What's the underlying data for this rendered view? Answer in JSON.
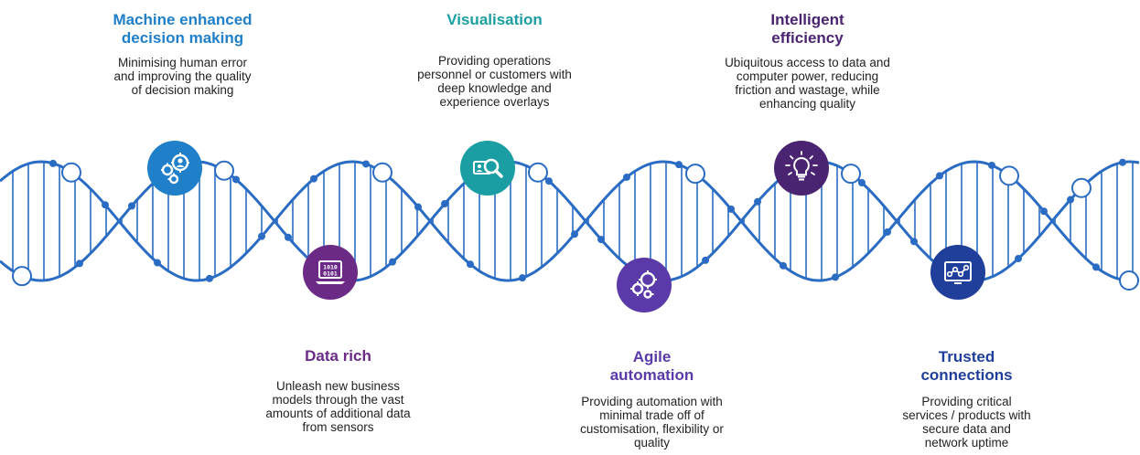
{
  "colors": {
    "helix": "#2a6cc4",
    "teal": "#1b9ea3",
    "purple": "#6b2a86",
    "darkpurple": "#4a2470",
    "violet": "#5a3aa8",
    "blue": "#1f3f9a",
    "lightblue": "#1f7fc8"
  },
  "items": [
    {
      "title": "Machine enhanced\ndecision making",
      "description": "Minimising human error\nand improving the quality\nof decision making",
      "color": "#1f7fc8",
      "icon": "gears-person-icon"
    },
    {
      "title": "Data rich",
      "description": "Unleash new business\nmodels through the vast\namounts of additional data\nfrom sensors",
      "color": "#6b2a86",
      "icon": "binary-laptop-icon"
    },
    {
      "title": "Visualisation",
      "description": "Providing operations\npersonnel or customers with\ndeep knowledge and\nexperience overlays",
      "color": "#1b9ea3",
      "icon": "magnifier-card-icon"
    },
    {
      "title": "Agile\nautomation",
      "description": "Providing automation with\nminimal trade off of\ncustomisation, flexibility or\nquality",
      "color": "#5a3aa8",
      "icon": "cogs-icon"
    },
    {
      "title": "Intelligent\nefficiency",
      "description": "Ubiquitous access to data and\ncomputer power, reducing\nfriction and wastage, while\nenhancing quality",
      "color": "#4a2470",
      "icon": "lightbulb-icon"
    },
    {
      "title": "Trusted\nconnections",
      "description": "Providing critical\nservices / products with\nsecure data and\nnetwork uptime",
      "color": "#1f3f9a",
      "icon": "network-monitor-icon"
    }
  ]
}
